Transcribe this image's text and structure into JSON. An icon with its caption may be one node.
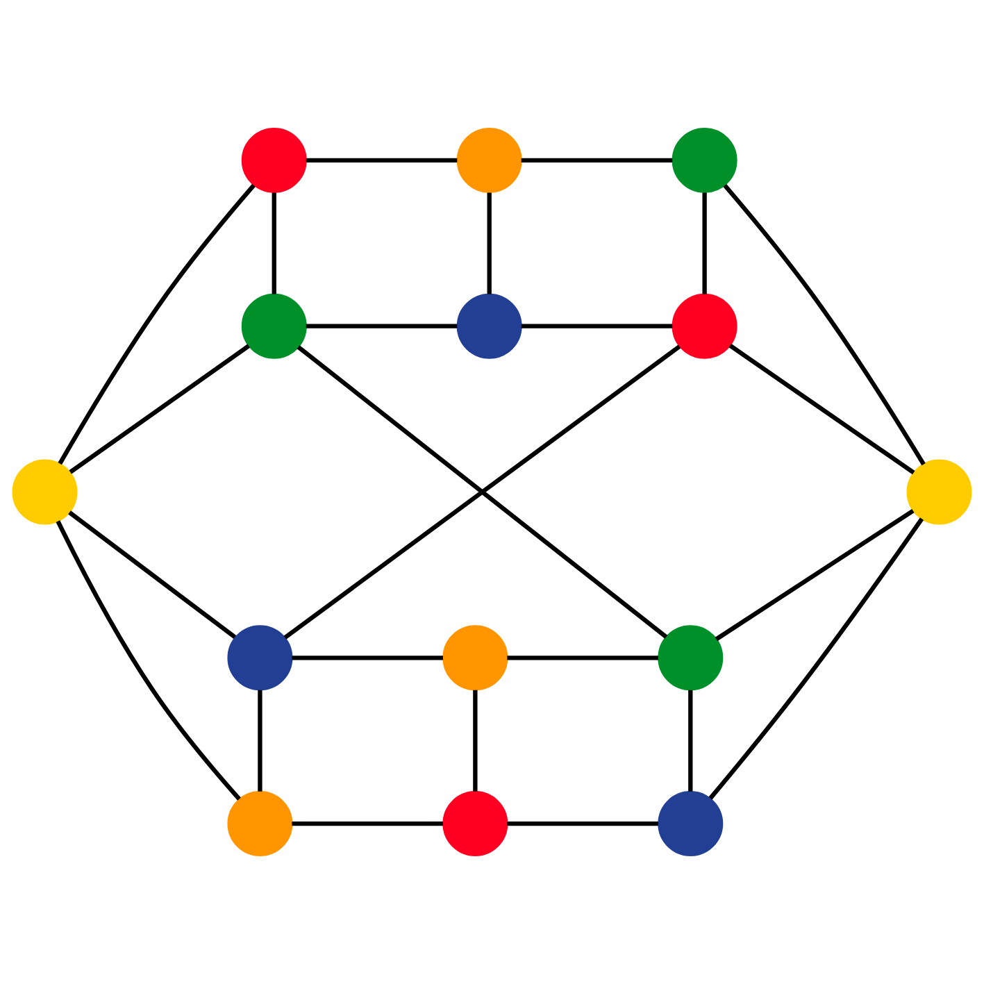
{
  "diagram": {
    "nodes": [
      {
        "text": [],
        "shape": "circle"
      },
      {
        "text": [],
        "shape": "circle"
      },
      {
        "text": [],
        "shape": "circle"
      },
      {
        "text": [],
        "shape": "circle"
      },
      {
        "text": [],
        "shape": "circle"
      },
      {
        "text": [],
        "shape": "circle"
      },
      {
        "text": [],
        "shape": "circle"
      },
      {
        "text": [],
        "shape": "circle"
      },
      {
        "text": [],
        "shape": "circle"
      },
      {
        "text": [],
        "shape": "circle"
      },
      {
        "text": [],
        "shape": "circle"
      },
      {
        "text": [],
        "shape": "circle"
      },
      {
        "text": [],
        "shape": "circle"
      },
      {
        "text": [],
        "shape": "circle"
      }
    ],
    "edges": [
      {
        "from": 0,
        "to": 1,
        "arrow": "none"
      },
      {
        "from": 1,
        "to": 2,
        "arrow": "none"
      },
      {
        "from": 0,
        "to": 6,
        "arrow": "none"
      },
      {
        "from": 0,
        "to": 3,
        "arrow": "none"
      },
      {
        "from": 1,
        "to": 4,
        "arrow": "none"
      },
      {
        "from": 2,
        "to": 5,
        "arrow": "none"
      },
      {
        "from": 2,
        "to": 7,
        "arrow": "none"
      },
      {
        "from": 3,
        "to": 4,
        "arrow": "none"
      },
      {
        "from": 4,
        "to": 5,
        "arrow": "none"
      },
      {
        "from": 3,
        "to": 6,
        "arrow": "none"
      },
      {
        "from": 3,
        "to": 10,
        "arrow": "none"
      },
      {
        "from": 5,
        "to": 8,
        "arrow": "none"
      },
      {
        "from": 5,
        "to": 7,
        "arrow": "none"
      },
      {
        "from": 6,
        "to": 8,
        "arrow": "none"
      },
      {
        "from": 6,
        "to": 11,
        "arrow": "none"
      },
      {
        "from": 7,
        "to": 10,
        "arrow": "none"
      },
      {
        "from": 7,
        "to": 13,
        "arrow": "none"
      },
      {
        "from": 8,
        "to": 9,
        "arrow": "none"
      },
      {
        "from": 9,
        "to": 10,
        "arrow": "none"
      },
      {
        "from": 8,
        "to": 11,
        "arrow": "none"
      },
      {
        "from": 9,
        "to": 12,
        "arrow": "none"
      },
      {
        "from": 10,
        "to": 13,
        "arrow": "none"
      },
      {
        "from": 11,
        "to": 12,
        "arrow": "none"
      },
      {
        "from": 12,
        "to": 13,
        "arrow": "none"
      }
    ]
  }
}
